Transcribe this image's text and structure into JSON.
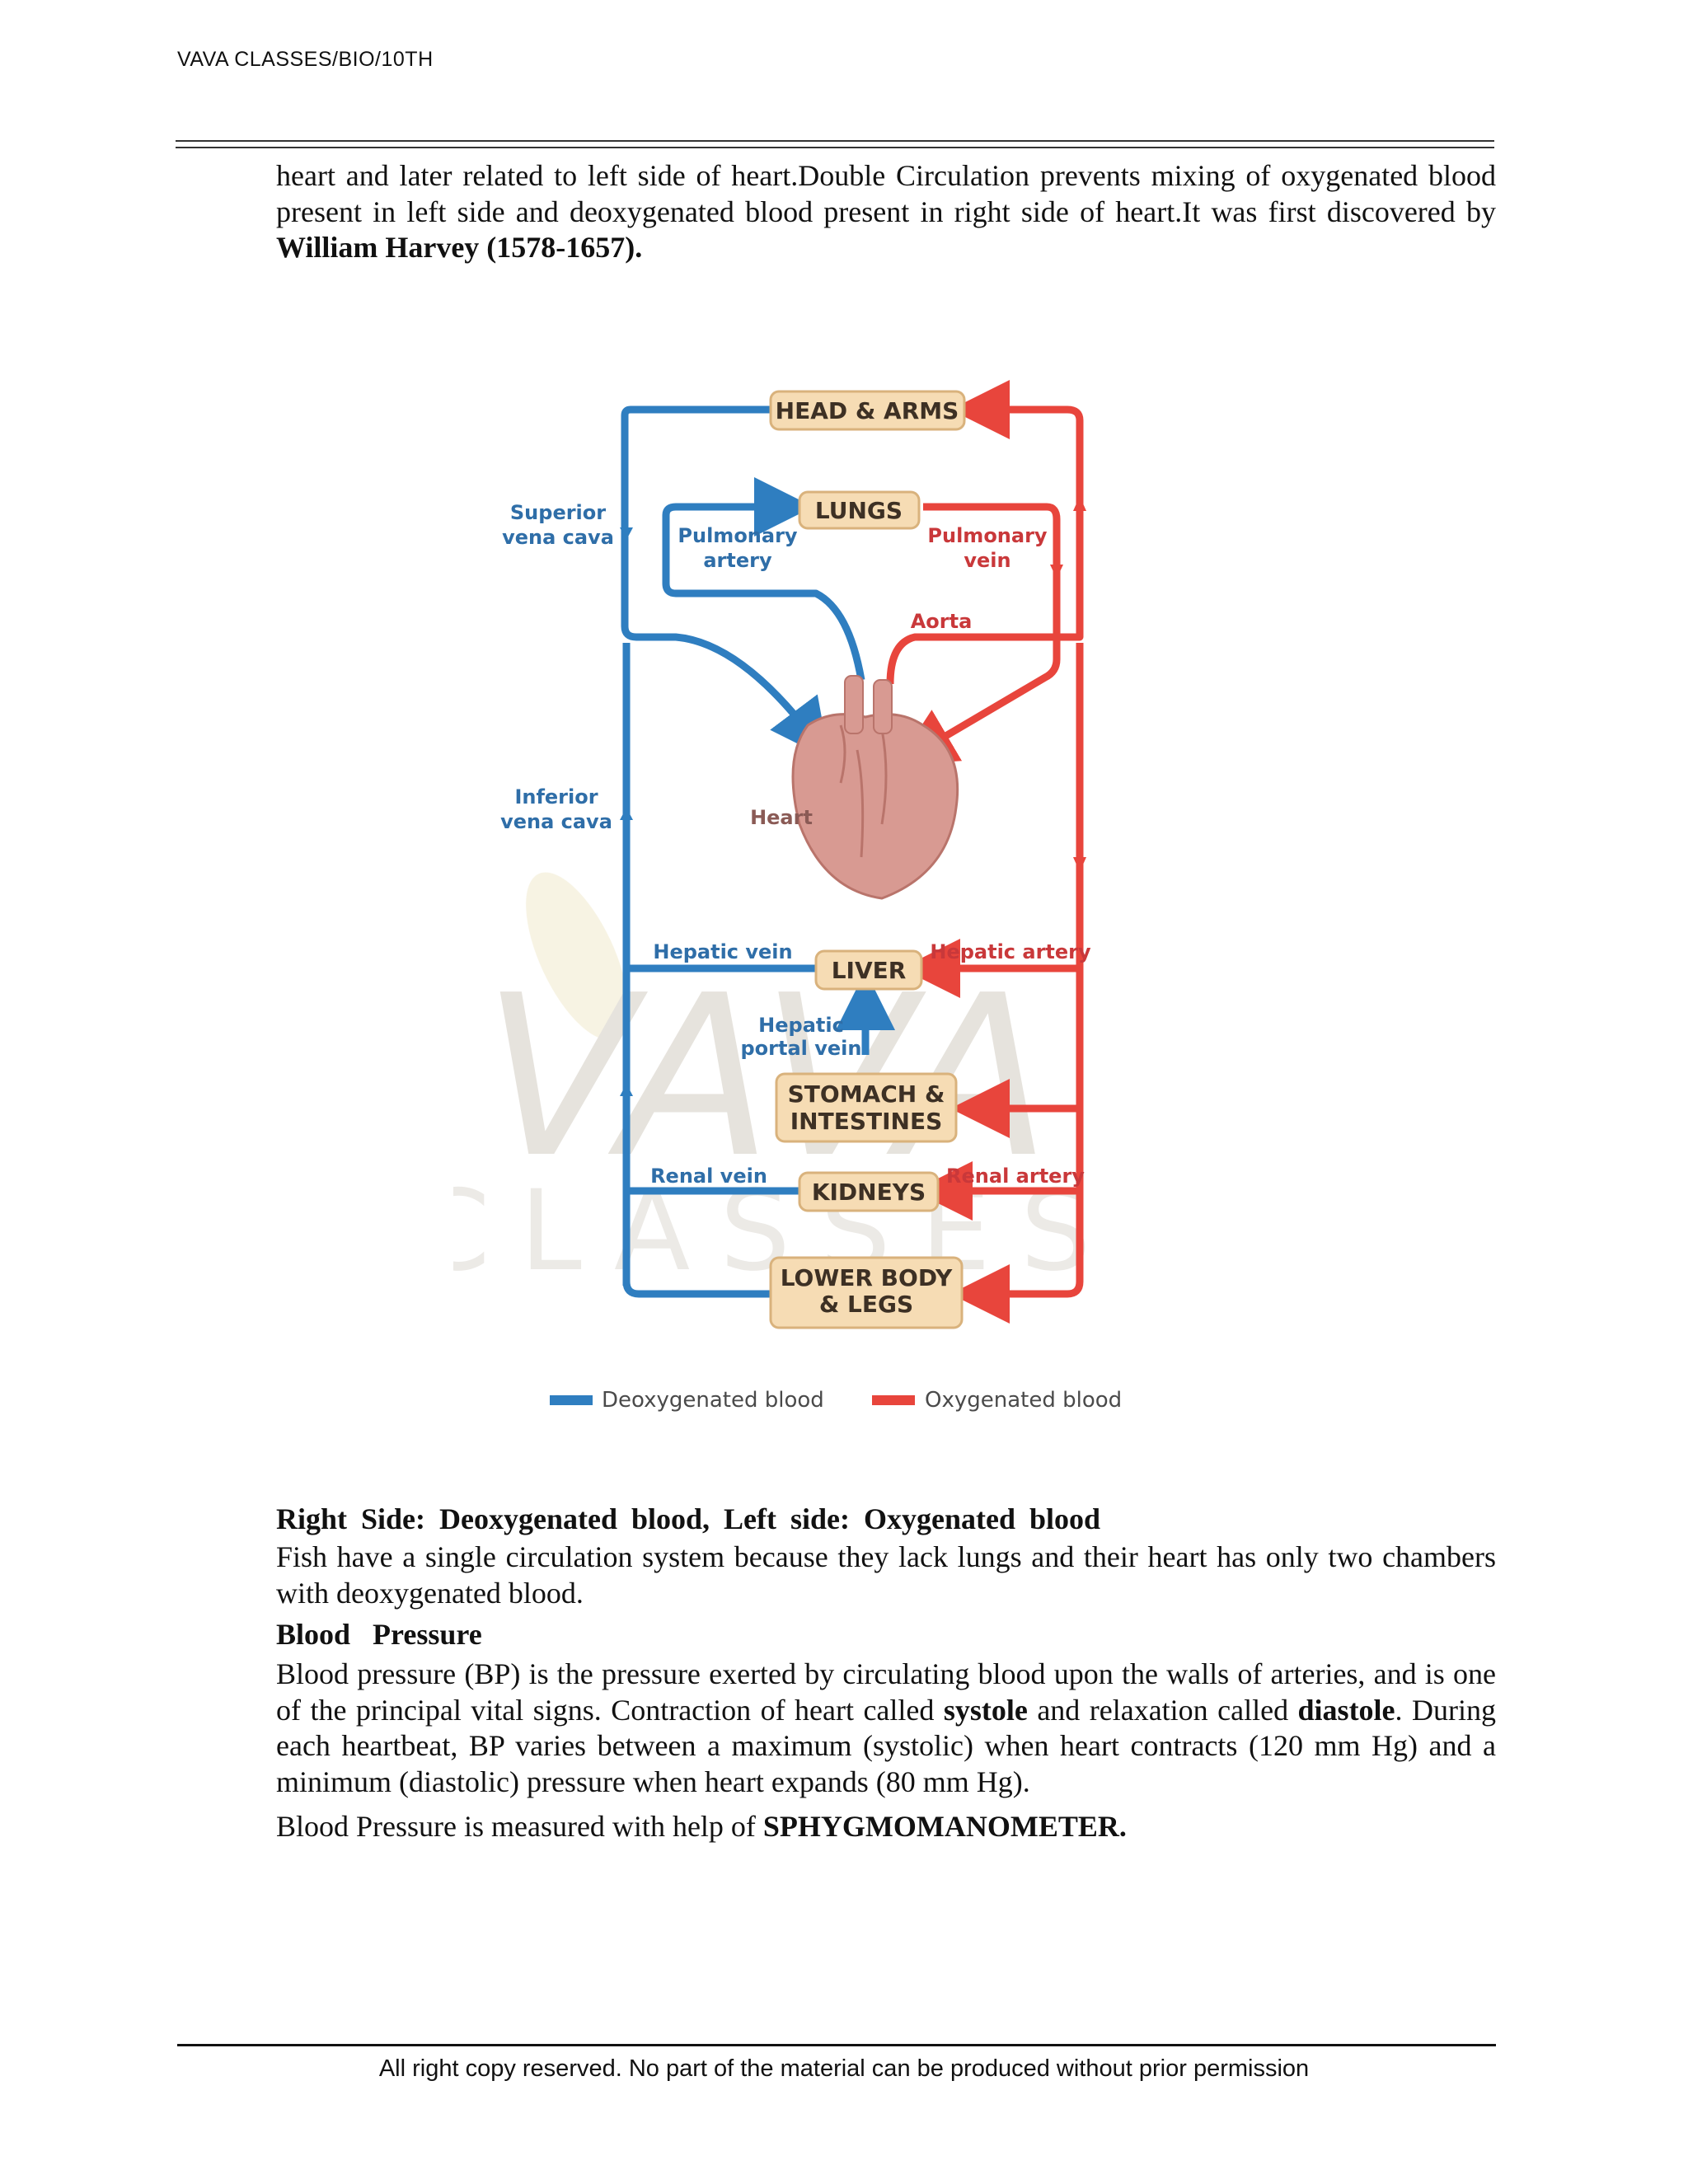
{
  "header": {
    "title": "VAVA CLASSES/BIO/10TH"
  },
  "intro": {
    "text": "heart and later related to left side of heart.Double Circulation prevents mixing of oxygenated blood present in left side and deoxygenated blood present in right side of heart.It was first discovered by ",
    "bold": "William Harvey (1578-1657)."
  },
  "diagram": {
    "boxes": {
      "head_arms": "HEAD & ARMS",
      "lungs": "LUNGS",
      "liver": "LIVER",
      "stomach_1": "STOMACH &",
      "stomach_2": "INTESTINES",
      "kidneys": "KIDNEYS",
      "lower_1": "LOWER BODY",
      "lower_2": "& LEGS"
    },
    "labels": {
      "superior_1": "Superior",
      "superior_2": "vena cava",
      "pulm_artery_1": "Pulmonary",
      "pulm_artery_2": "artery",
      "pulm_vein_1": "Pulmonary",
      "pulm_vein_2": "vein",
      "aorta": "Aorta",
      "inferior_1": "Inferior",
      "inferior_2": "vena cava",
      "heart": "Heart",
      "hepatic_vein": "Hepatic vein",
      "hepatic_artery": "Hepatic artery",
      "hepatic_portal_1": "Hepatic",
      "hepatic_portal_2": "portal vein",
      "renal_vein": "Renal vein",
      "renal_artery": "Renal artery"
    },
    "legend": {
      "deoxy": "Deoxygenated blood",
      "oxy": "Oxygenated blood"
    },
    "colors": {
      "deoxygenated": "#2f7ec0",
      "oxygenated": "#e8453c",
      "box_fill": "#f6dcb4",
      "box_stroke": "#d9b27c",
      "heart": "#d89a92"
    },
    "watermark": {
      "line1": "VAVA",
      "line2": "CLASSES"
    }
  },
  "sections": {
    "right_side_heading": "Right Side: Deoxygenated blood, Left side: Oxygenated blood",
    "fish_text": "Fish have a single circulation system because they lack lungs and their heart has only two chambers with deoxygenated blood.",
    "bp_heading": "Blood Pressure",
    "bp_text_1": "Blood pressure (BP) is the pressure exerted by circulating blood upon the walls of arteries, and is one of the principal vital signs. Contraction of heart called ",
    "systole": "systole",
    "bp_text_2": " and relaxation called ",
    "diastole": "diastole",
    "bp_text_3": ". During each heartbeat, BP varies between a maximum (systolic) when heart contracts (120 mm Hg) and a minimum (diastolic) pressure when heart expands (80 mm Hg).",
    "measured_text": "Blood Pressure is measured with help of ",
    "measured_bold": "SPHYGMOMANOMETER."
  },
  "footer": {
    "text": "All right copy reserved. No part of the material can be produced without prior permission"
  }
}
